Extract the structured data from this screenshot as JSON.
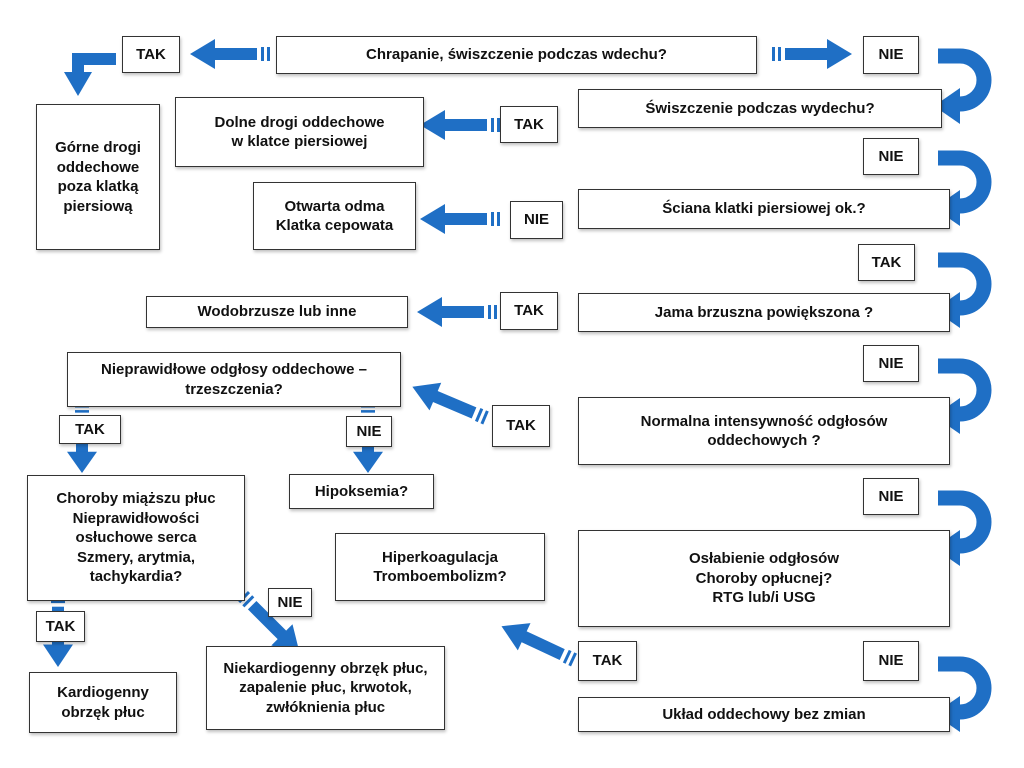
{
  "accent_color": "#1f6fc5",
  "questions": {
    "q1": "Chrapanie, świszczenie podczas wdechu?",
    "q2": "Świszczenie podczas wydechu?",
    "q3": "Ściana klatki piersiowej ok.?",
    "q4": "Jama brzuszna powiększona ?",
    "q5": "Normalna intensywność odgłosów\noddechowych ?",
    "q6": "Osłabienie odgłosów\nChoroby opłucnej?\nRTG lub/i USG",
    "q7": "Układ oddechowy bez zmian",
    "q8": "Nieprawidłowe odgłosy oddechowe –\ntrzeszczenia?"
  },
  "outcomes": {
    "upper": "Górne drogi\noddechowe\npoza klatką\npiersiową",
    "lower": "Dolne drogi oddechowe\nw klatce piersiowej",
    "chest": "Otwarta odma\nKlatka cepowata",
    "ascites": "Wodobrzusze lub inne",
    "parenchyma": "Choroby miąższu płuc\nNieprawidłowości\nosłuchowe serca\nSzmery, arytmia,\ntachykardia?",
    "hypoxemia": "Hipoksemia?",
    "hypercoag": "Hiperkoagulacja\nTromboembolizm?",
    "cardiogenic": "Kardiogenny\nobrzęk płuc",
    "noncardiogenic": "Niekardiogenny obrzęk płuc,\nzapalenie płuc, krwotok,\nzwłóknienia płuc"
  },
  "labels": {
    "yes": "TAK",
    "no": "NIE"
  }
}
